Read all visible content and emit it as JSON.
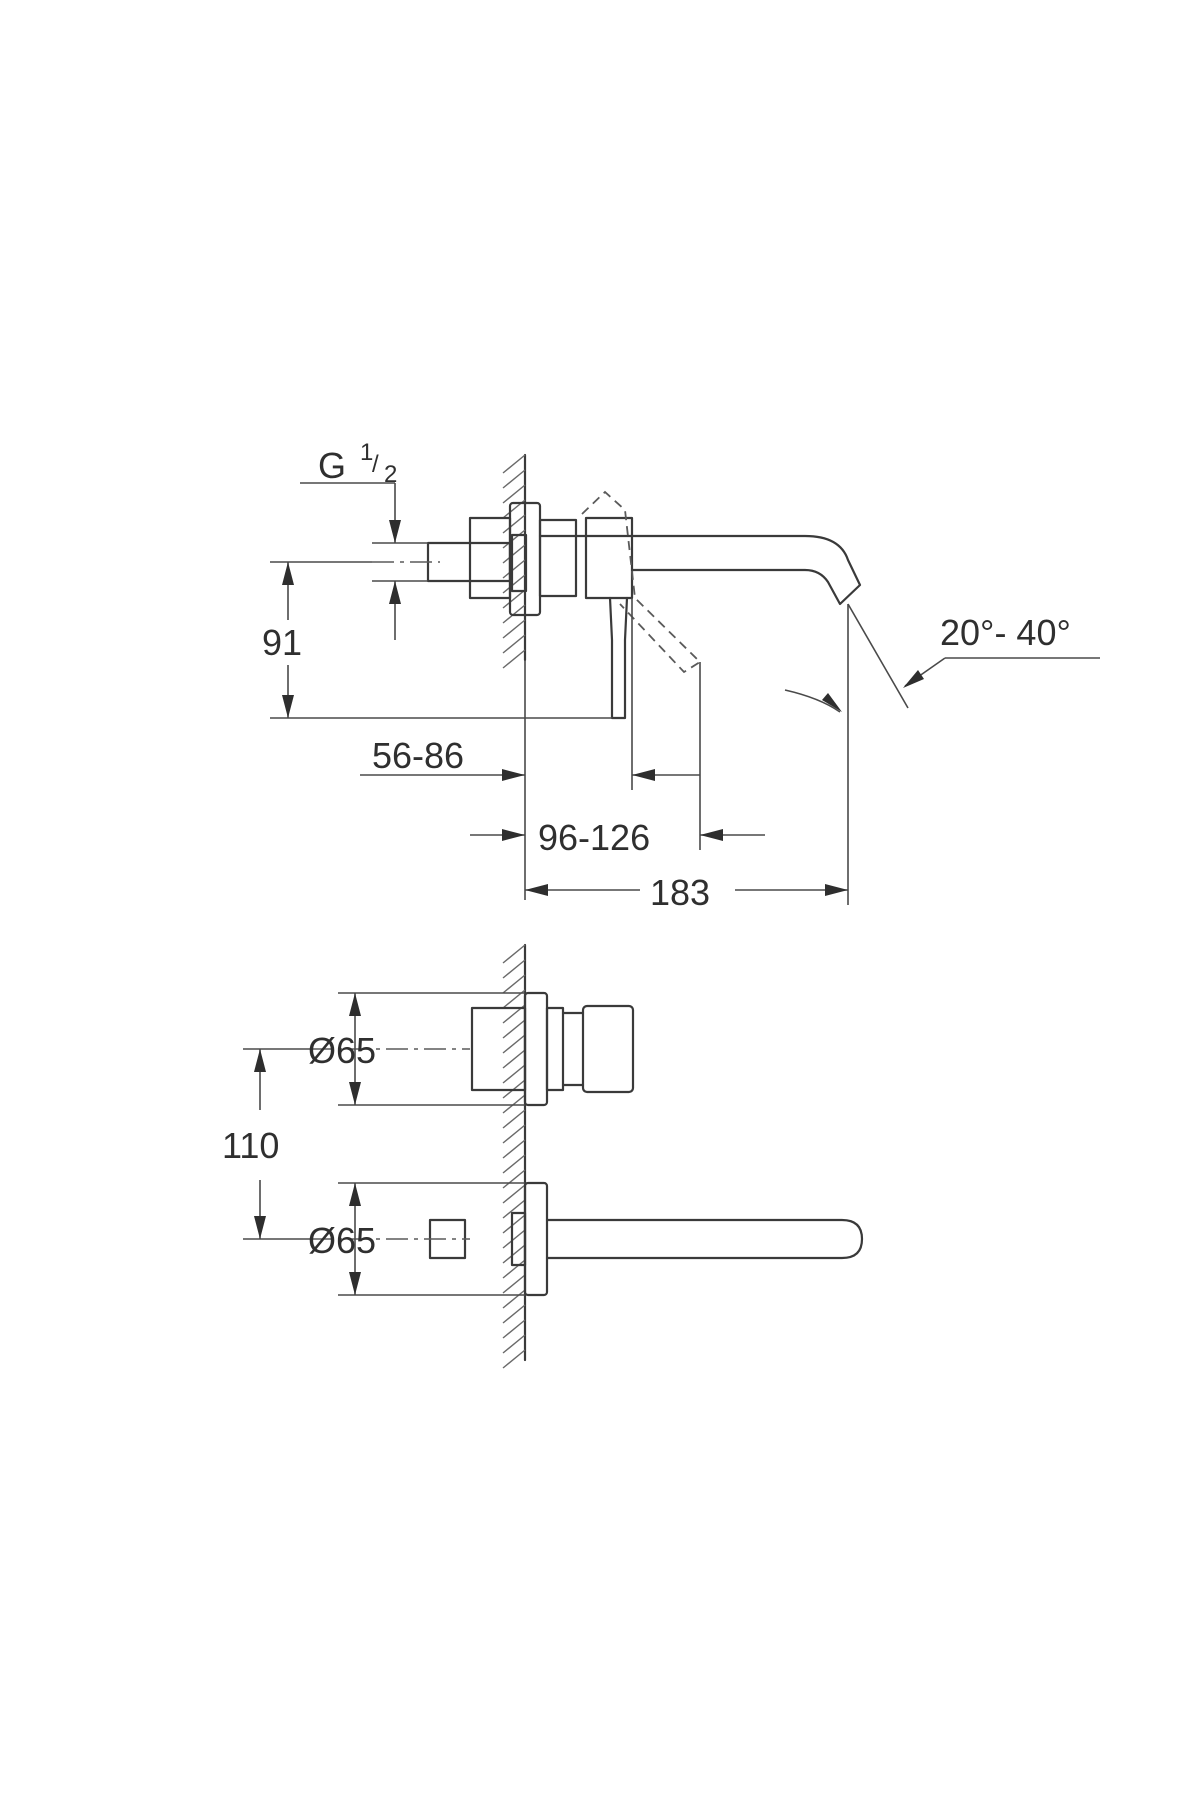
{
  "dimensions": {
    "thread": "G",
    "thread_fraction_num": "1",
    "thread_fraction_den": "2",
    "angle": "20°- 40°",
    "height_91": "91",
    "depth_56_86": "56-86",
    "depth_96_126": "96-126",
    "length_183": "183",
    "diameter_top": "Ø65",
    "diameter_bottom": "Ø65",
    "spacing_110": "110"
  }
}
